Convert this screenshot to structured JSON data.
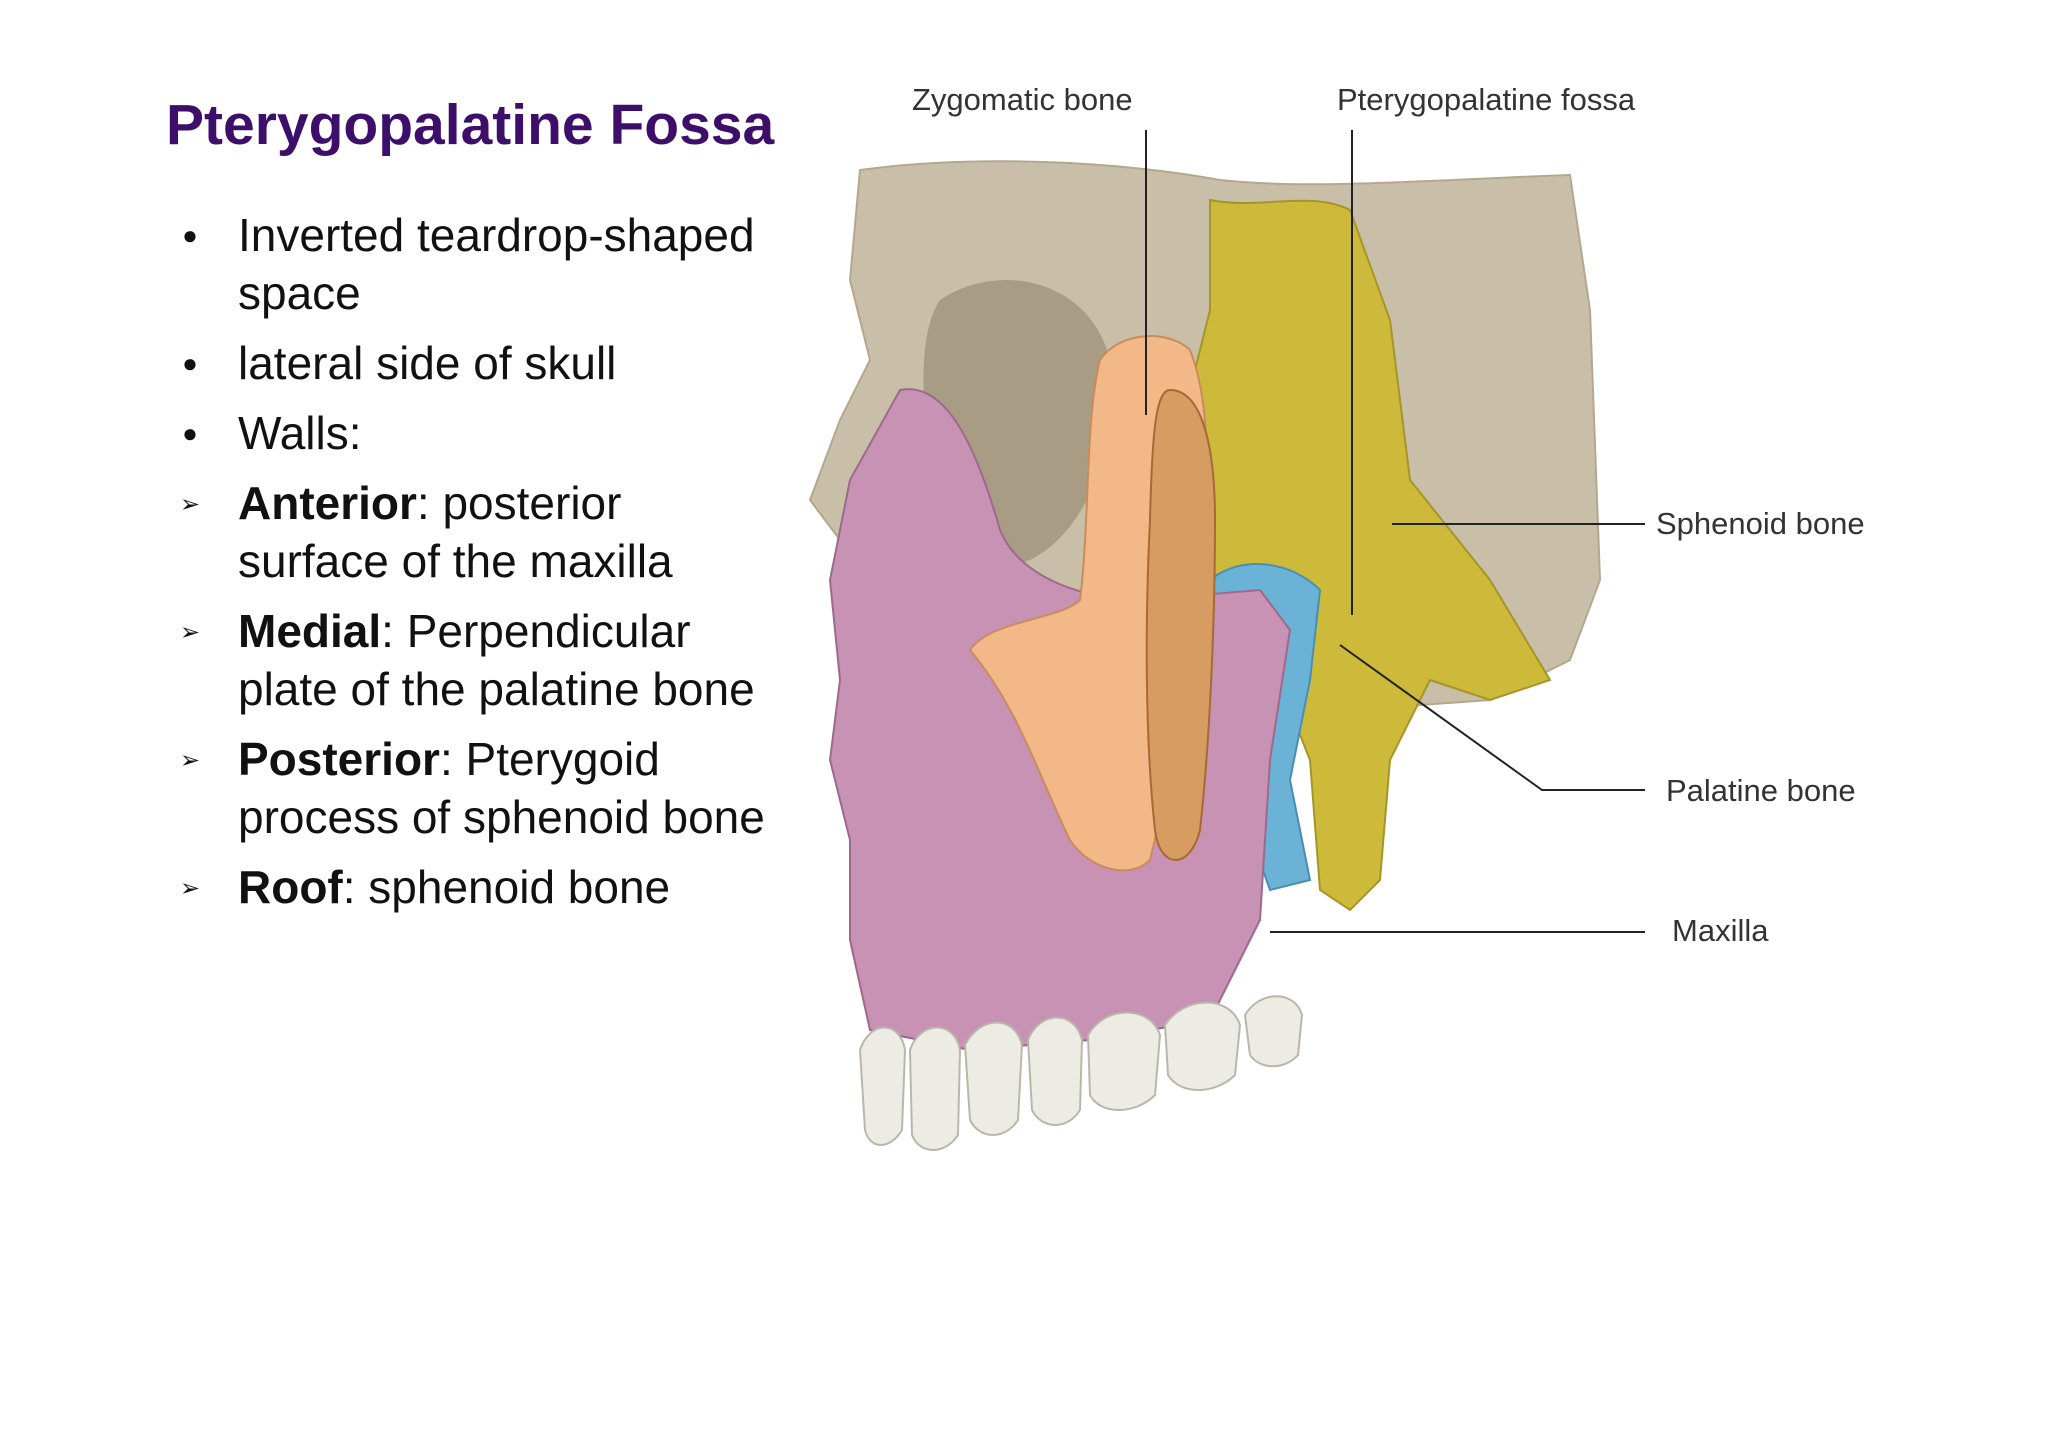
{
  "title": "Pterygopalatine Fossa",
  "bullets": [
    {
      "type": "dot",
      "bold": "",
      "text": "Inverted teardrop-shaped space"
    },
    {
      "type": "dot",
      "bold": "",
      "text": "lateral side of skull"
    },
    {
      "type": "dot",
      "bold": "",
      "text": "Walls:"
    },
    {
      "type": "arrow",
      "bold": "Anterior",
      "text": ": posterior surface of the maxilla"
    },
    {
      "type": "arrow",
      "bold": "Medial",
      "text": ": Perpendicular plate of the palatine bone"
    },
    {
      "type": "arrow",
      "bold": "Posterior",
      "text": ": Pterygoid process of sphenoid bone"
    },
    {
      "type": "arrow",
      "bold": "Roof",
      "text": ": sphenoid bone"
    }
  ],
  "labels": {
    "zygomatic": "Zygomatic bone",
    "fossa": "Pterygopalatine fossa",
    "sphenoid": "Sphenoid bone",
    "palatine": "Palatine bone",
    "maxilla": "Maxilla"
  },
  "colors": {
    "title": "#3d0f6b",
    "maxilla": "#c792b4",
    "zygomatic": "#f2b888",
    "sphenoid": "#cdb93a",
    "palatine": "#6bb3d6",
    "skull": "#c9bfa9",
    "teeth": "#ecece4"
  }
}
